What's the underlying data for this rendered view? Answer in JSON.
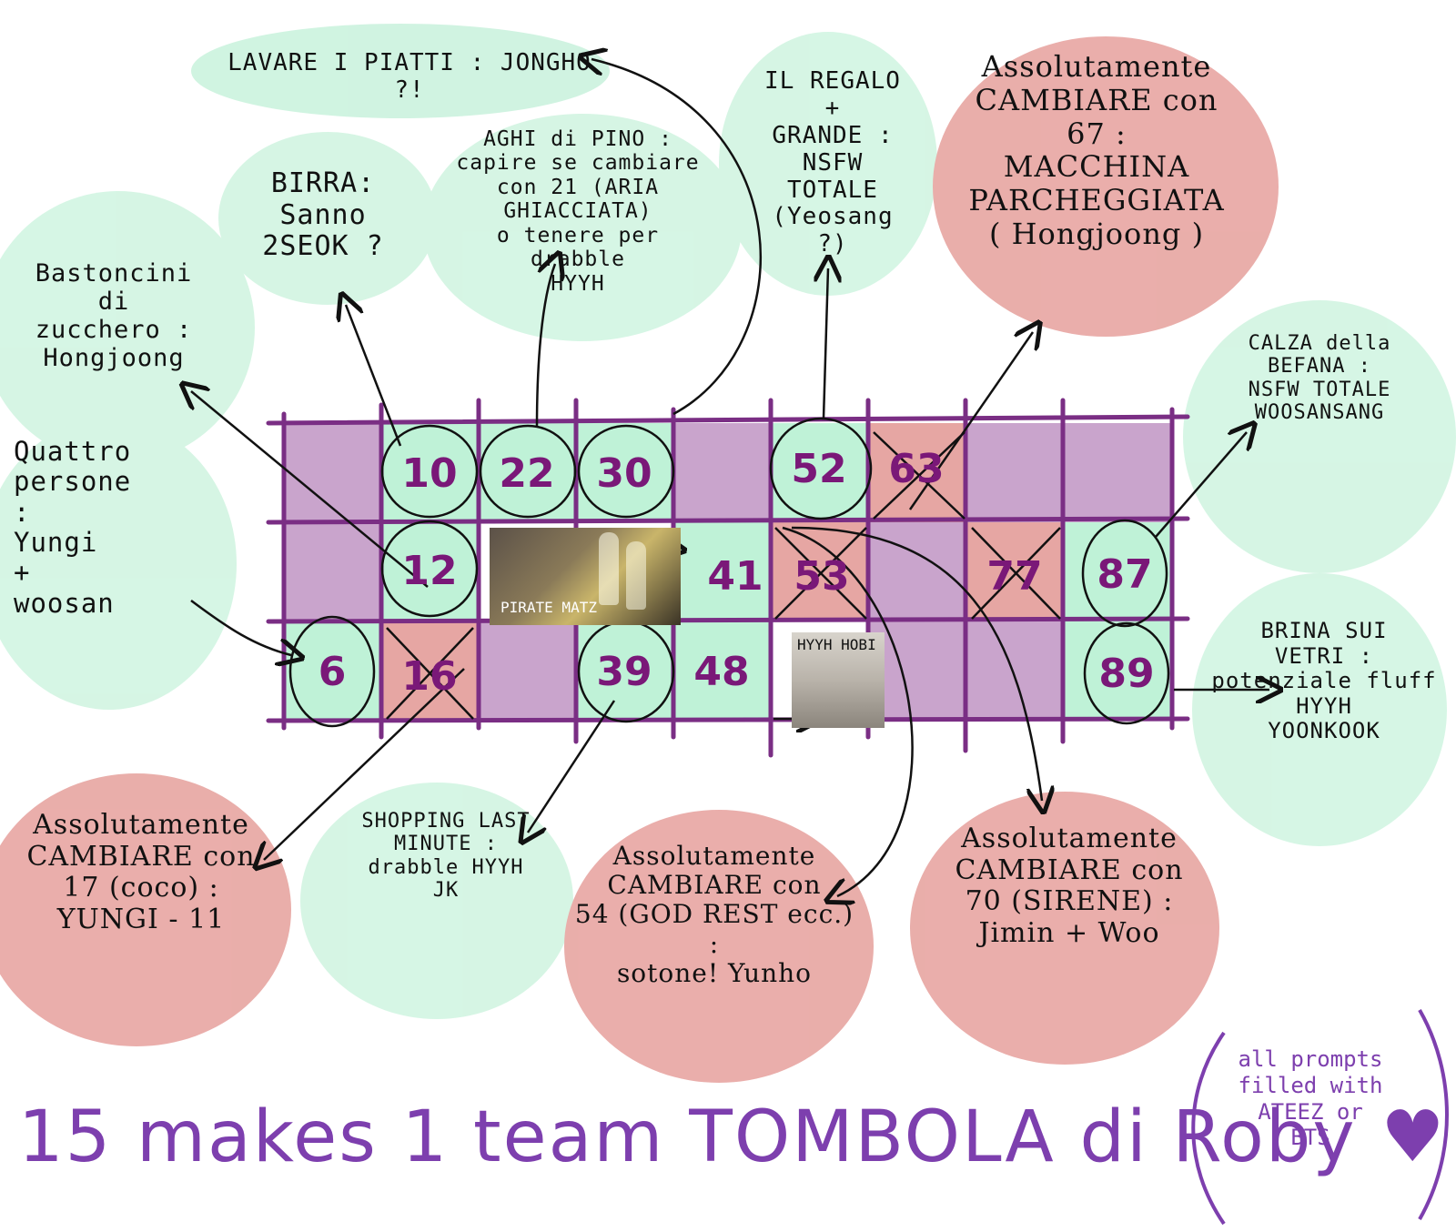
{
  "board": {
    "cells": [
      {
        "num": "10",
        "state": "circled"
      },
      {
        "num": "22",
        "state": "circled"
      },
      {
        "num": "30",
        "state": "circled"
      },
      {
        "num": "52",
        "state": "circled"
      },
      {
        "num": "63",
        "state": "crossed"
      },
      {
        "num": "12",
        "state": "circled"
      },
      {
        "num": "41",
        "state": "plain"
      },
      {
        "num": "53",
        "state": "crossed"
      },
      {
        "num": "77",
        "state": "crossed"
      },
      {
        "num": "87",
        "state": "circled"
      },
      {
        "num": "6",
        "state": "circled"
      },
      {
        "num": "16",
        "state": "crossed"
      },
      {
        "num": "39",
        "state": "circled"
      },
      {
        "num": "48",
        "state": "plain"
      },
      {
        "num": "89",
        "state": "circled"
      }
    ],
    "photo1_label": "PIRATE MATZ",
    "photo2_label": "HYYH HOBI"
  },
  "notes": {
    "lavare": "LAVARE I PIATTI : JONGHO ?!",
    "birra": "BIRRA:\nSanno\n2SEOK ?",
    "aghi": "AGHI di PINO :\ncapire se cambiare\ncon 21 (ARIA GHIACCIATA)\no tenere per\ndrabble\nHYYH",
    "regalo": "IL REGALO +\nGRANDE :\nNSFW\nTOTALE\n(Yeosang ?)",
    "cambiare67": "Assolutamente\nCAMBIARE con\n67 :\nMACCHINA\nPARCHEGGIATA\n( Hongjoong )",
    "bastoncini": "Bastoncini di\nzucchero :\nHongjoong",
    "quattro": "Quattro\npersone :\nYungi\n+\nwoosan",
    "calza": "CALZA della\nBEFANA :\nNSFW TOTALE\nWOOSANSANG",
    "brina": "BRINA SUI\nVETRI :\npotenziale fluff\nHYYH\nYOONKOOK",
    "cambiare17": "Assolutamente\nCAMBIARE con\n17 (coco) :\nYUNGI - 11",
    "shopping": "SHOPPING LAST\nMINUTE :\ndrabble HYYH\nJK",
    "cambiare54": "Assolutamente\nCAMBIARE con\n54 (GOD REST ecc.) :\nsotone! Yunho",
    "cambiare70": "Assolutamente\nCAMBIARE con\n70 (SIRENE) :\nJimin + Woo"
  },
  "footer": {
    "title": "15 makes 1 team TOMBOLA di Roby ♥",
    "aside": "all prompts\nfilled with\nATEEZ or\nBTS"
  },
  "colors": {
    "green": "#bff2d7",
    "red": "#e6a6a3",
    "purple": "#c9a4cc",
    "grid": "#7a2e84",
    "number": "#7a1878",
    "footer": "#7d3fae"
  }
}
